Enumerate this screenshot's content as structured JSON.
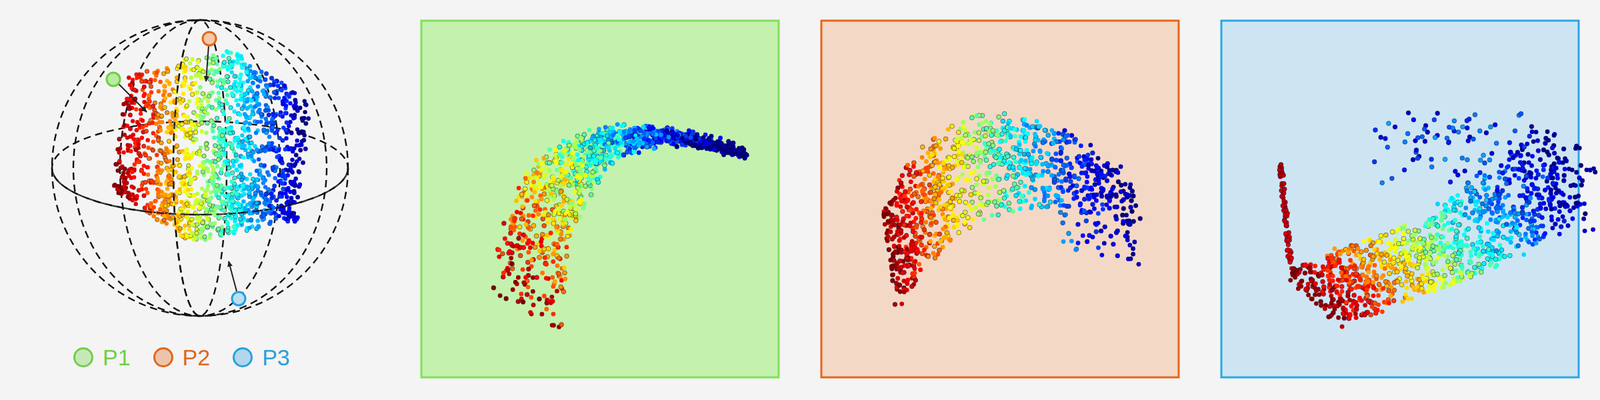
{
  "diagram": {
    "legend": [
      {
        "text": "P1",
        "color": "#6fcf45"
      },
      {
        "text": "P2",
        "color": "#e0671a"
      },
      {
        "text": "P3",
        "color": "#2a9fdc"
      }
    ]
  }
}
